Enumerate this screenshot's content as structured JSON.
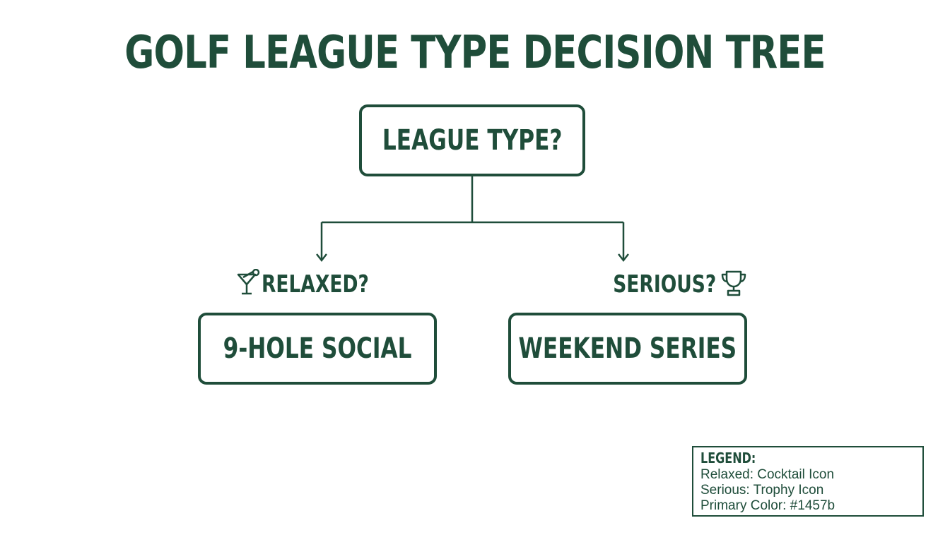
{
  "title": "GOLF LEAGUE TYPE DECISION TREE",
  "root": {
    "label": "LEAGUE TYPE?"
  },
  "branches": [
    {
      "label": "RELAXED?",
      "icon": "cocktail-icon",
      "result": "9-HOLE SOCIAL"
    },
    {
      "label": "SERIOUS?",
      "icon": "trophy-icon",
      "result": "WEEKEND SERIES"
    }
  ],
  "legend": {
    "title": "LEGEND:",
    "rows": [
      "Relaxed: Cocktail Icon",
      "Serious: Trophy Icon",
      "Primary Color: #1457b"
    ]
  },
  "colors": {
    "primary": "#1f4d3a",
    "background": "#ffffff"
  }
}
